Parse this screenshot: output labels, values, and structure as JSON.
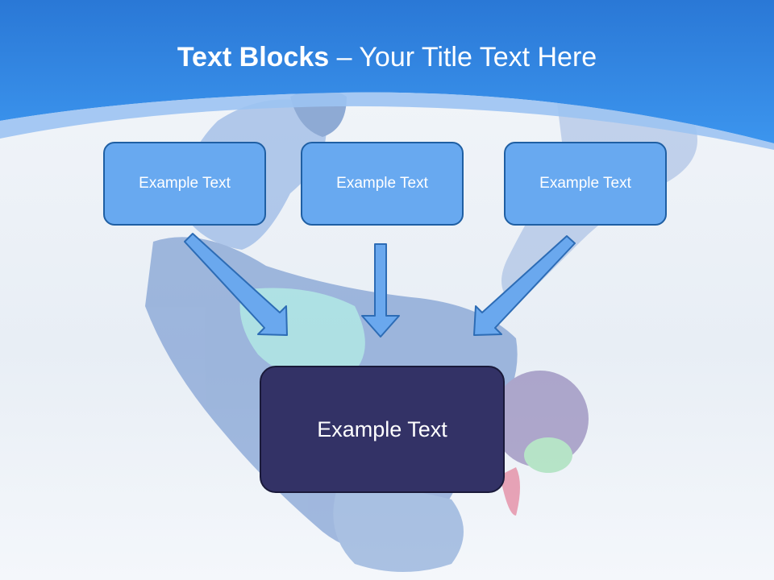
{
  "slide": {
    "title_bold": "Text Blocks",
    "title_dash": "–",
    "title_rest": "Your Title Text Here",
    "top_boxes": [
      {
        "label": "Example Text"
      },
      {
        "label": "Example Text"
      },
      {
        "label": "Example Text"
      }
    ],
    "bottom_box": {
      "label": "Example Text"
    }
  },
  "colors": {
    "header_blue": "#2f87e6",
    "box_fill": "#68a9f0",
    "box_border": "#1f5fa3",
    "bottom_box_fill": "#333266",
    "arrow_fill": "#6aa8ee"
  }
}
